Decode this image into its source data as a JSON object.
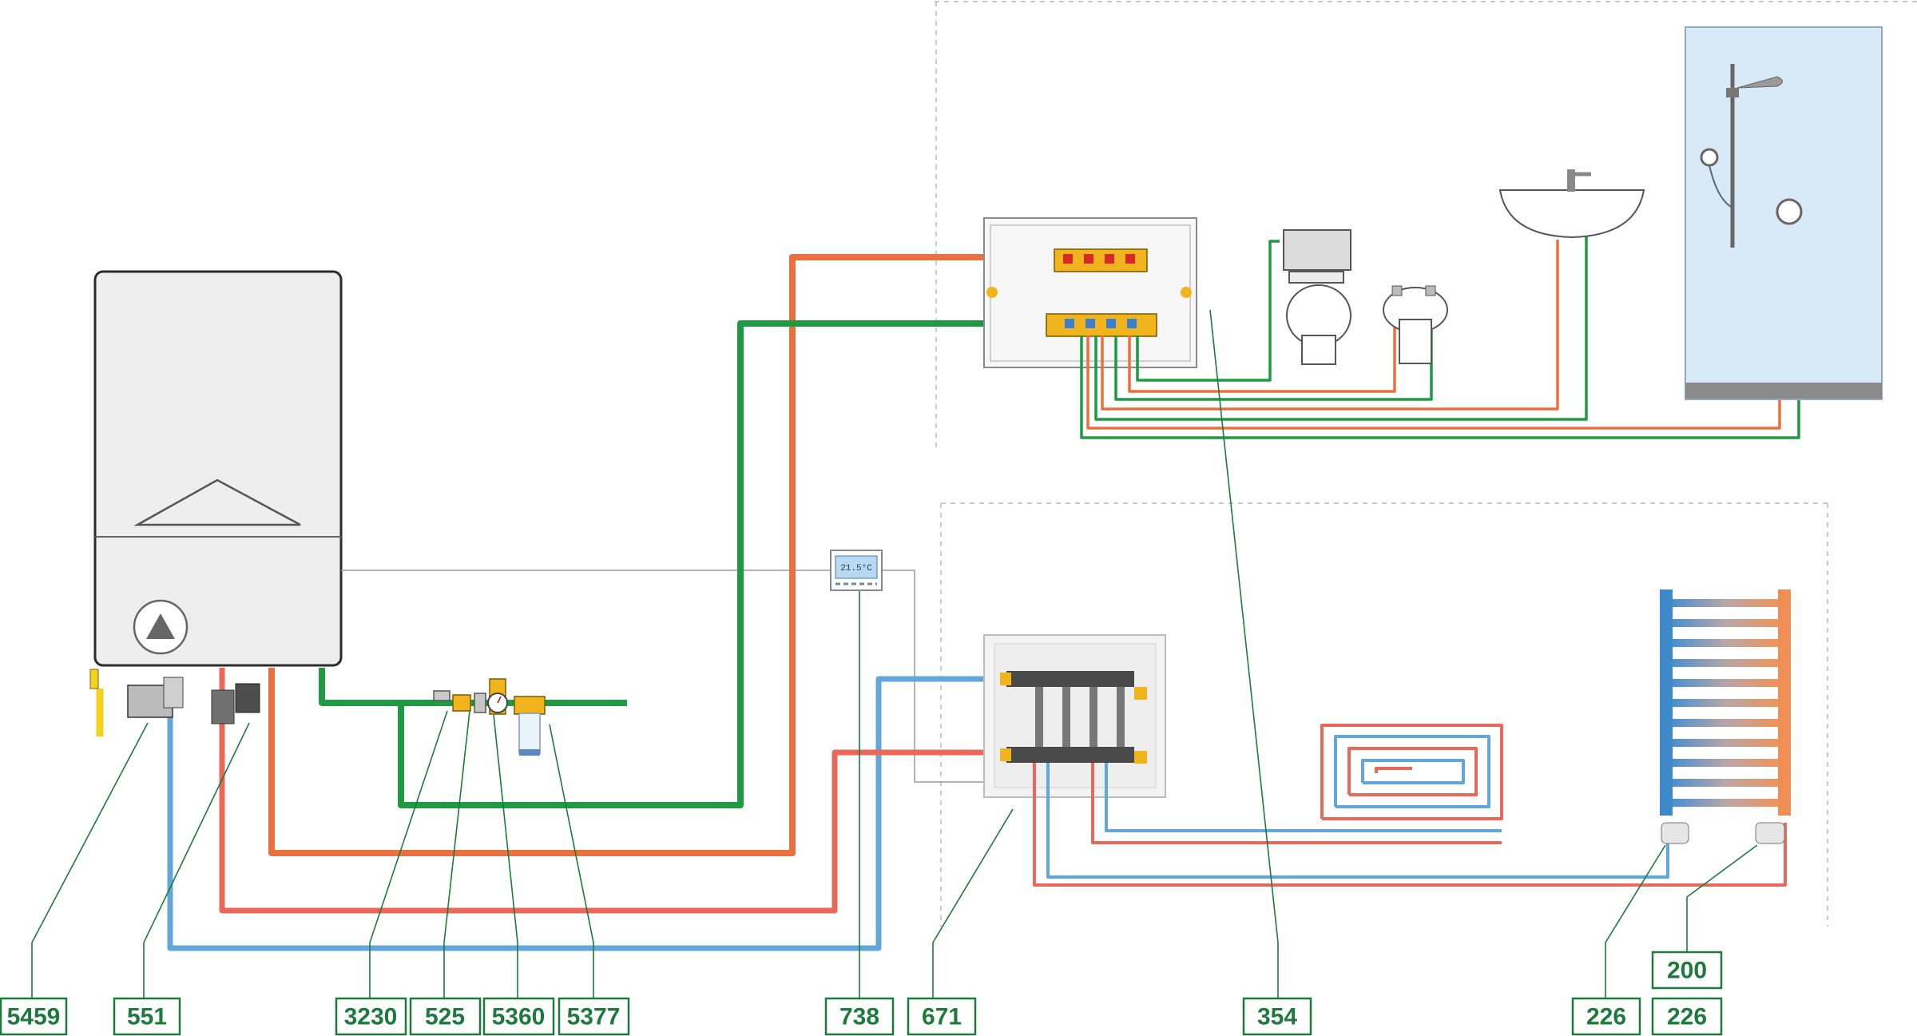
{
  "labels": {
    "boiler_valve": "5459",
    "boiler_filter": "551",
    "pressure_reducer_valve": "3230",
    "check_valve": "525",
    "pressure_reducer": "5360",
    "water_filter": "5377",
    "thermostat": "738",
    "heating_manifold": "671",
    "sanitary_manifold": "354",
    "radiator_valve_left": "226",
    "radiator_valve_right": "226",
    "thermostatic_head": "200"
  },
  "thermostat_display": "21.5°C",
  "colors": {
    "label_green": "#1e7a3c",
    "cold_water": "#1f9a43",
    "hot_water": "#e9703f",
    "heating_return": "#63a6da",
    "heating_flow": "#e8695a",
    "shower_glass": "#d8eaf7",
    "brass": "#f2b41c"
  },
  "icons": [
    "boiler-icon",
    "pump-icon",
    "toilet-icon",
    "bidet-icon",
    "washbasin-icon",
    "shower-icon",
    "towel-radiator-icon",
    "floor-heating-coil-icon",
    "thermostat-icon"
  ]
}
